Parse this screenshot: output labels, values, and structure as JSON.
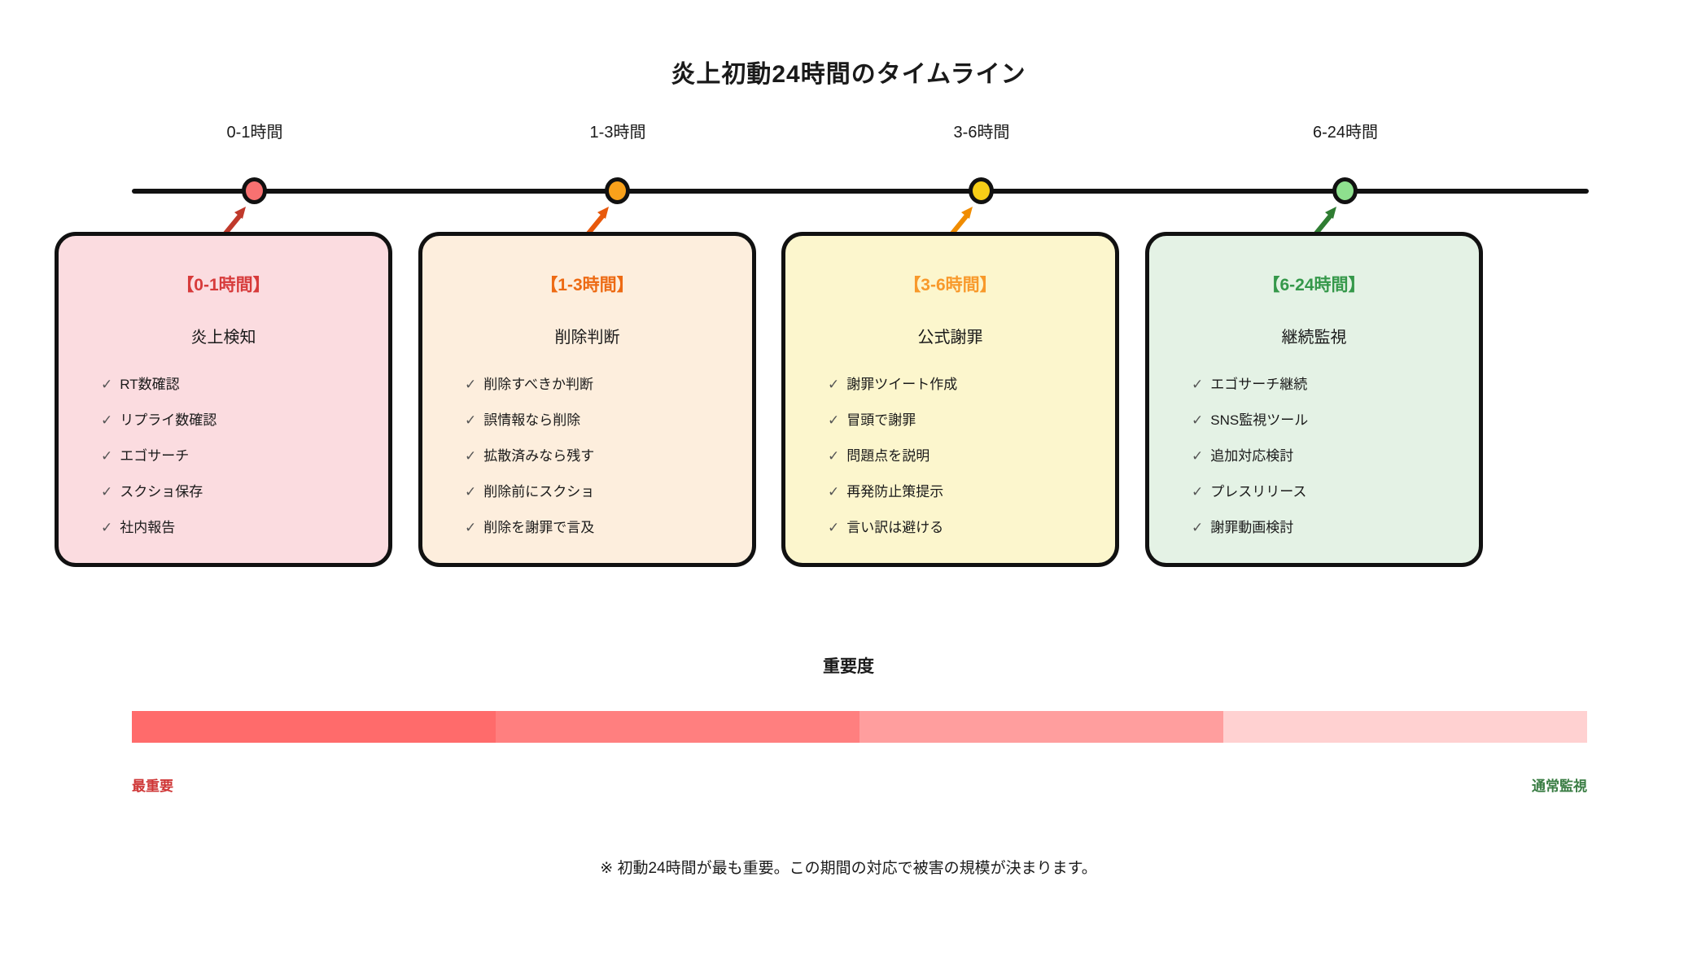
{
  "title": "炎上初動24時間のタイムライン",
  "checkmark": "✓",
  "timeline": {
    "line_color": "#111111",
    "phases": [
      {
        "label": "0-1時間",
        "dot_color": "#f87171",
        "arrow_color": "#c0392b"
      },
      {
        "label": "1-3時間",
        "dot_color": "#f9a11b",
        "arrow_color": "#e8590c"
      },
      {
        "label": "3-6時間",
        "dot_color": "#f7ce17",
        "arrow_color": "#f08c00"
      },
      {
        "label": "6-24時間",
        "dot_color": "#8ee08e",
        "arrow_color": "#2f7d32"
      }
    ]
  },
  "cards": [
    {
      "heading": "【0-1時間】",
      "heading_color": "#d73b3b",
      "bg_color": "#fbdce0",
      "subtitle": "炎上検知",
      "items": [
        "RT数確認",
        "リプライ数確認",
        "エゴサーチ",
        "スクショ保存",
        "社内報告"
      ]
    },
    {
      "heading": "【1-3時間】",
      "heading_color": "#ed6a13",
      "bg_color": "#fdeedd",
      "subtitle": "削除判断",
      "items": [
        "削除すべきか判断",
        "誤情報なら削除",
        "拡散済みなら残す",
        "削除前にスクショ",
        "削除を謝罪で言及"
      ]
    },
    {
      "heading": "【3-6時間】",
      "heading_color": "#f8992b",
      "bg_color": "#fcf6cd",
      "subtitle": "公式謝罪",
      "items": [
        "謝罪ツイート作成",
        "冒頭で謝罪",
        "問題点を説明",
        "再発防止策提示",
        "言い訳は避ける"
      ]
    },
    {
      "heading": "【6-24時間】",
      "heading_color": "#35984a",
      "bg_color": "#e4f2e5",
      "subtitle": "継続監視",
      "items": [
        "エゴサーチ継続",
        "SNS監視ツール",
        "追加対応検討",
        "プレスリリース",
        "謝罪動画検討"
      ]
    }
  ],
  "importance": {
    "title": "重要度",
    "segment_colors": [
      "#ff6b6b",
      "#ff7f7f",
      "#ff9e9e",
      "#ffd1d1"
    ],
    "left_label": "最重要",
    "left_label_color": "#cf3636",
    "right_label": "通常監視",
    "right_label_color": "#3a7d44"
  },
  "footnote": "※ 初動24時間が最も重要。この期間の対応で被害の規模が決まります。"
}
